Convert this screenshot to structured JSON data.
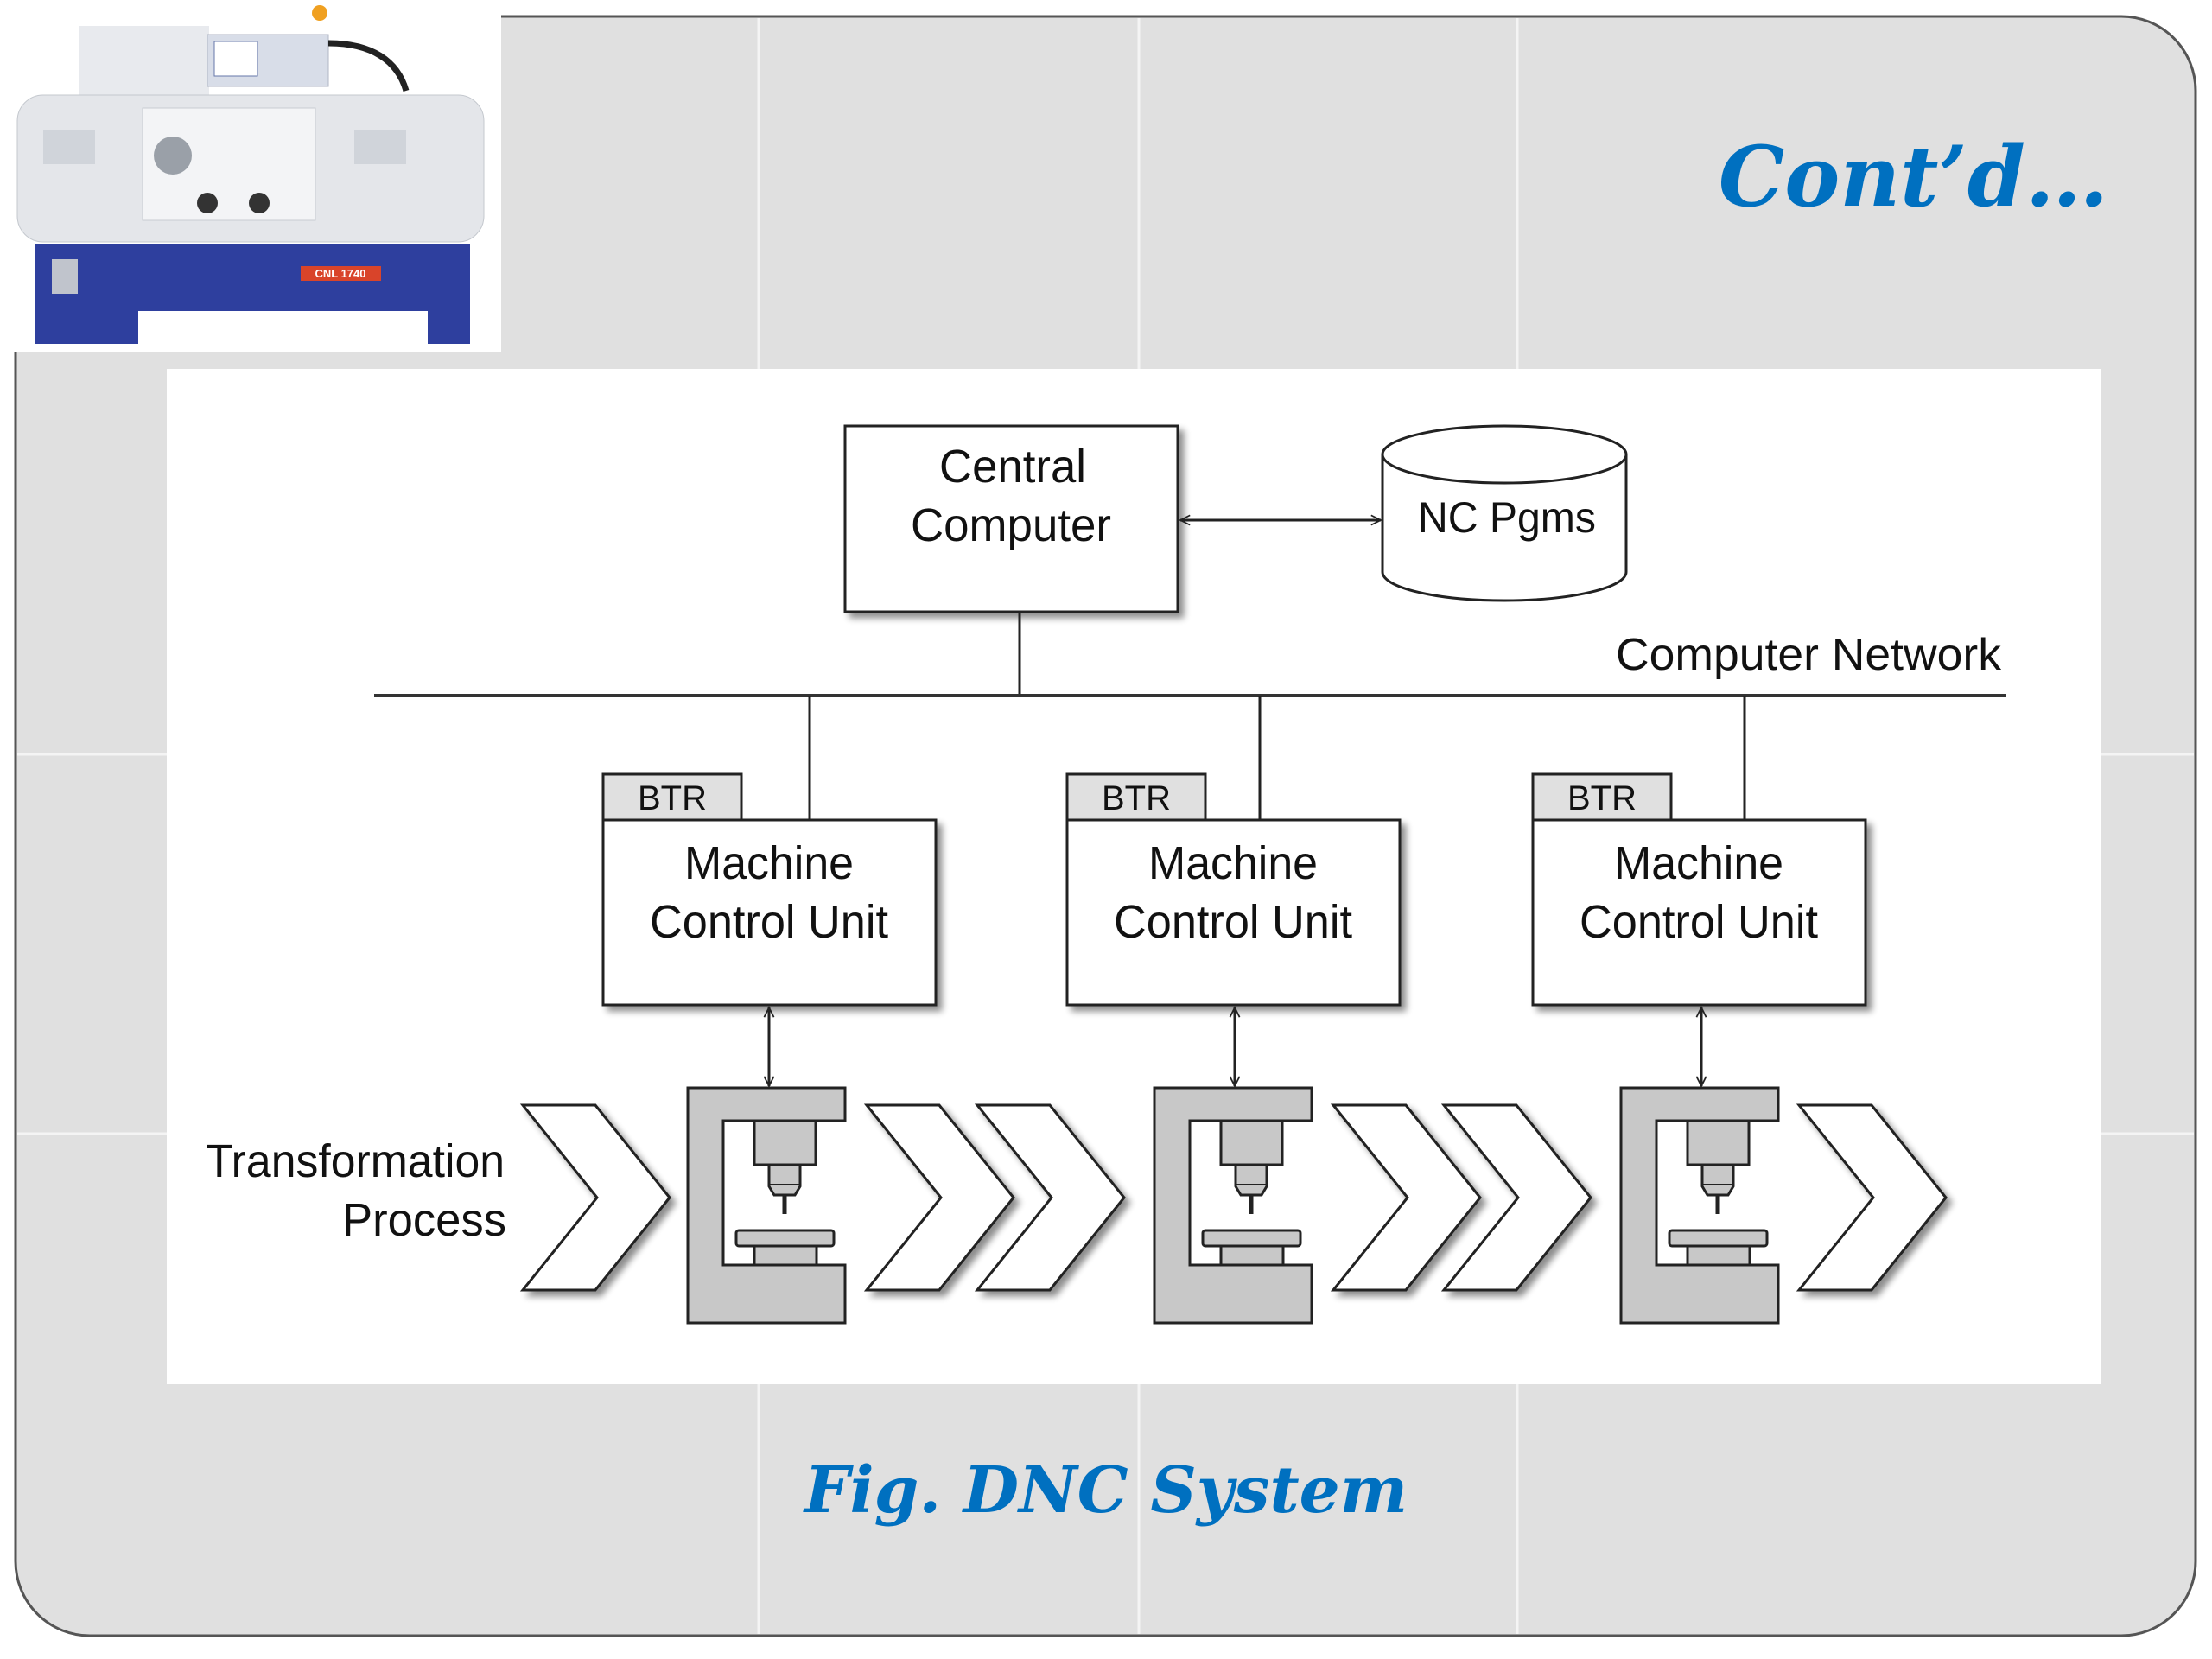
{
  "slide": {
    "title": "Cont’d…",
    "caption": "Fig. DNC System",
    "accent_color": "#0070C0",
    "background_color": "#e0e0e0"
  },
  "lathe_image": {
    "description": "CNC lathe photo",
    "badge_label": "CNL 1740"
  },
  "diagram": {
    "central_computer": {
      "lines": [
        "Central",
        "Computer"
      ]
    },
    "storage": {
      "label": "NC Pgms"
    },
    "network_label": "Computer Network",
    "units": [
      {
        "btr_label": "BTR",
        "lines": [
          "Machine",
          "Control Unit"
        ]
      },
      {
        "btr_label": "BTR",
        "lines": [
          "Machine",
          "Control Unit"
        ]
      },
      {
        "btr_label": "BTR",
        "lines": [
          "Machine",
          "Control Unit"
        ]
      }
    ],
    "process_label": [
      "Transformation",
      "Process"
    ],
    "machine_count": 3,
    "chevron_sequence": [
      "chevron",
      "machine",
      "chevron",
      "chevron",
      "machine",
      "chevron",
      "chevron",
      "machine",
      "chevron"
    ]
  }
}
